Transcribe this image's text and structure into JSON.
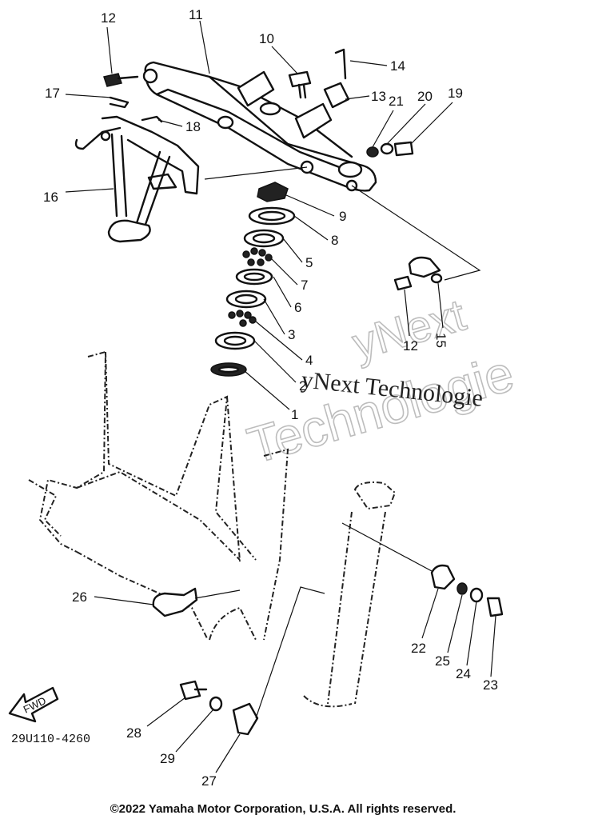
{
  "callouts": [
    "1",
    "2",
    "3",
    "4",
    "5",
    "6",
    "7",
    "8",
    "9",
    "10",
    "11",
    "12",
    "12",
    "13",
    "14",
    "15",
    "16",
    "17",
    "18",
    "19",
    "20",
    "21",
    "22",
    "23",
    "24",
    "25",
    "26",
    "27",
    "28",
    "29"
  ],
  "fwd_label": "FWD",
  "drawing_code": "29U110-4260",
  "watermark_top": "yNext",
  "watermark_mid": "yNext Technologie",
  "watermark_bottom": "Technologie",
  "copyright": "©2022 Yamaha Motor Corporation, U.S.A. All rights reserved."
}
